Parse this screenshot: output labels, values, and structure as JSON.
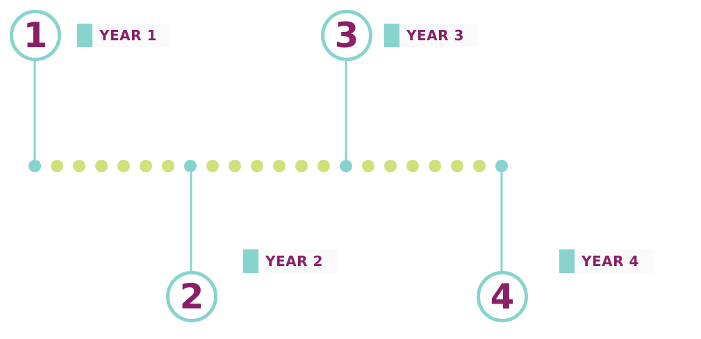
{
  "colors": {
    "accent_teal": "#87d3ce",
    "dot_green": "#cde27b",
    "text_purple": "#8a1f67"
  },
  "milestones": [
    {
      "number": "1",
      "label": "YEAR 1"
    },
    {
      "number": "2",
      "label": "YEAR 2"
    },
    {
      "number": "3",
      "label": "YEAR 3"
    },
    {
      "number": "4",
      "label": "YEAR 4"
    }
  ]
}
